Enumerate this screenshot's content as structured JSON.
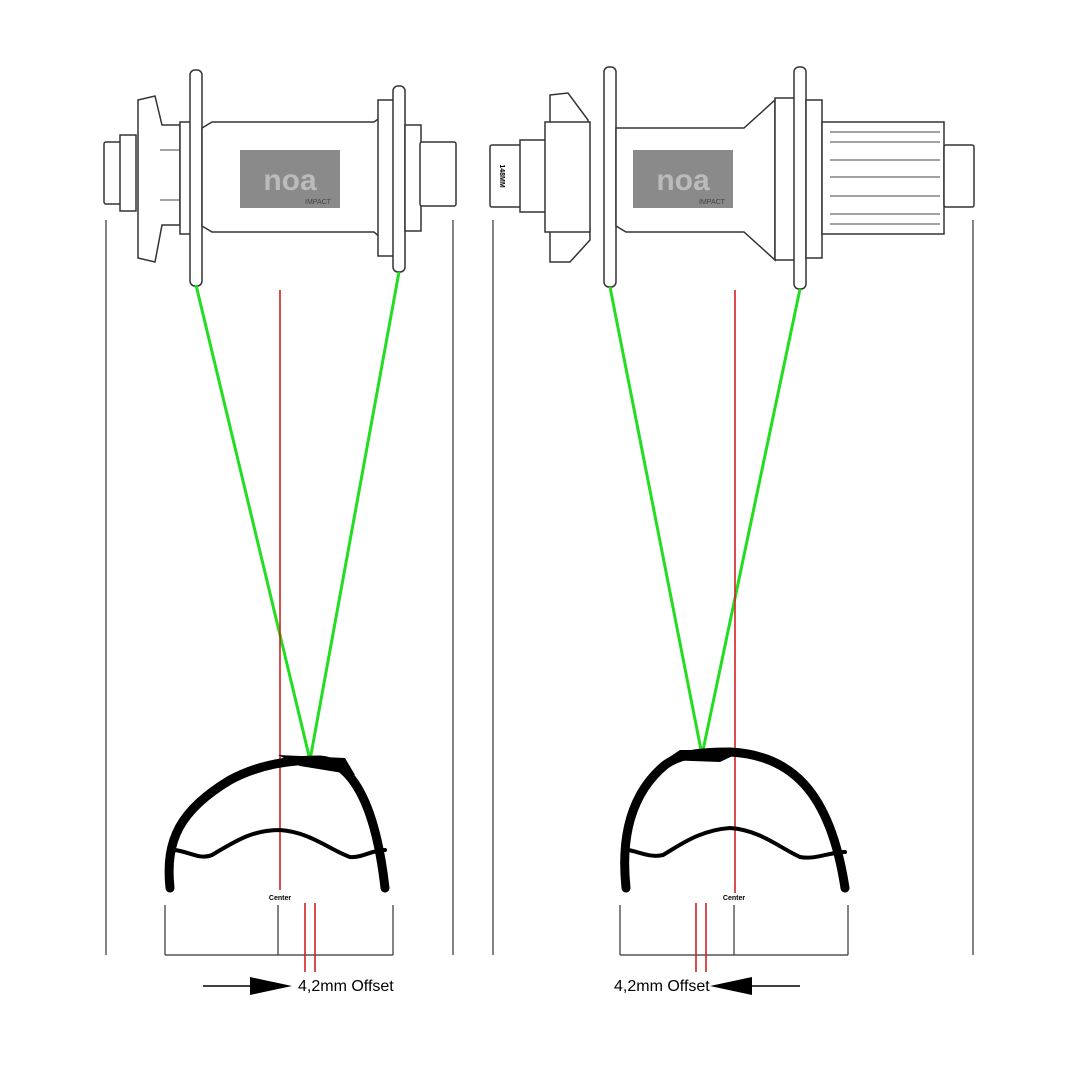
{
  "diagram": {
    "front_hub": {
      "center_label": "Center",
      "offset_label": "4,2mm Offset",
      "logo_text": "noa",
      "logo_subtext": "IMPACT"
    },
    "rear_hub": {
      "center_label": "Center",
      "offset_label": "4,2mm Offset",
      "axle_label": "148MM",
      "logo_text": "noa",
      "logo_subtext": "IMPACT"
    },
    "colors": {
      "spoke": "#22dd22",
      "center_line": "#d42020",
      "rim": "#000000"
    }
  }
}
